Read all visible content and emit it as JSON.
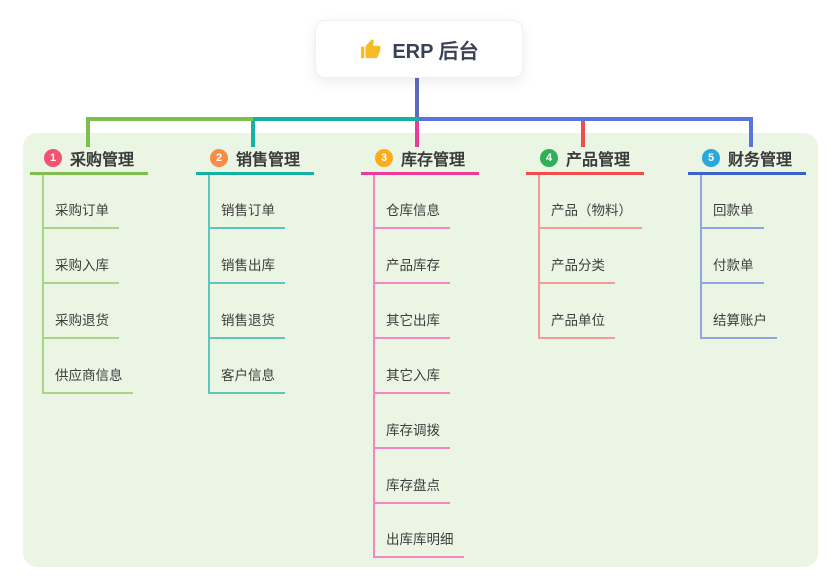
{
  "root": {
    "title": "ERP 后台",
    "icon": "thumbs-up-icon"
  },
  "connectors": {
    "stem_color": "#5C6BC0",
    "bar_blue_color": "#5B74DB"
  },
  "branches": [
    {
      "badge": "1",
      "label": "采购管理",
      "badge_color": "#F3536F",
      "color": "#7DBE4E",
      "light_color": "#A9D58B",
      "children": [
        "采购订单",
        "采购入库",
        "采购退货",
        "供应商信息"
      ]
    },
    {
      "badge": "2",
      "label": "销售管理",
      "badge_color": "#FA8C44",
      "color": "#17B0A5",
      "light_color": "#5EC6BB",
      "children": [
        "销售订单",
        "销售出库",
        "销售退货",
        "客户信息"
      ]
    },
    {
      "badge": "3",
      "label": "库存管理",
      "badge_color": "#FBAD19",
      "color": "#E93C98",
      "light_color": "#F387C3",
      "children": [
        "仓库信息",
        "产品库存",
        "其它出库",
        "其它入库",
        "库存调拨",
        "库存盘点",
        "出库库明细"
      ]
    },
    {
      "badge": "4",
      "label": "产品管理",
      "badge_color": "#2FB157",
      "color": "#EE4F4E",
      "light_color": "#F49B97",
      "children": [
        "产品（物料）",
        "产品分类",
        "产品单位"
      ]
    },
    {
      "badge": "5",
      "label": "财务管理",
      "badge_color": "#29A8DE",
      "color": "#3D62CB",
      "light_color": "#8FA7DE",
      "children": [
        "回款单",
        "付款单",
        "结算账户"
      ]
    }
  ]
}
